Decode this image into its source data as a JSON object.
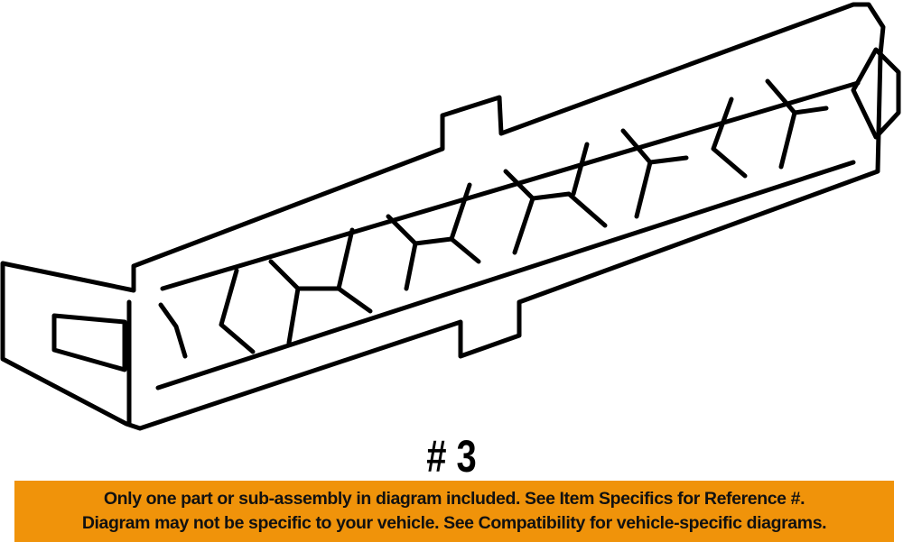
{
  "reference_label": "# 3",
  "banner": {
    "line1": "Only one part or sub-assembly in diagram included. See Item Specifics for Reference #.",
    "line2": "Diagram may not be specific to your vehicle. See Compatibility for vehicle-specific diagrams.",
    "color": "#f0930a"
  }
}
